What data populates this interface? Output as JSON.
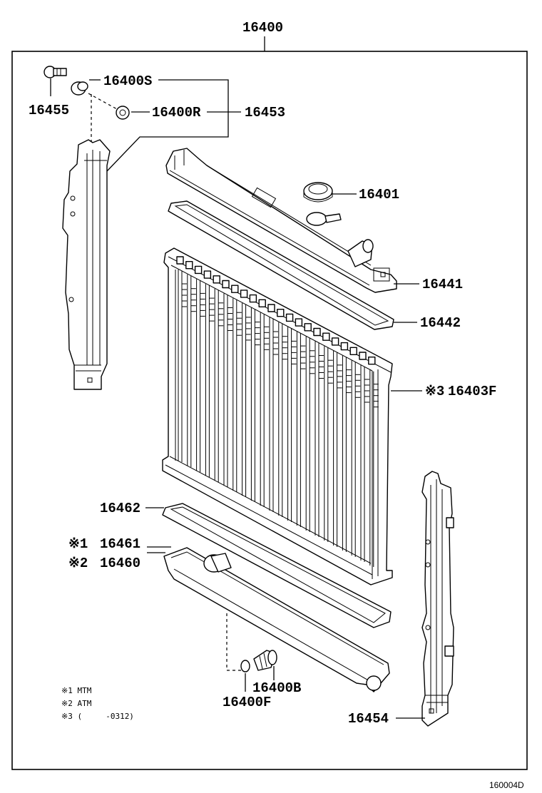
{
  "assembly_number": "16400",
  "parts": {
    "p16455": "16455",
    "p16400S": "16400S",
    "p16400R": "16400R",
    "p16453": "16453",
    "p16401": "16401",
    "p16441": "16441",
    "p16442": "16442",
    "p16403F_mark": "※3",
    "p16403F": "16403F",
    "p16462": "16462",
    "p16461_mark": "※1",
    "p16461": "16461",
    "p16460_mark": "※2",
    "p16460": "16460",
    "p16400B": "16400B",
    "p16400F": "16400F",
    "p16454": "16454"
  },
  "notes": [
    "※1 MTM",
    "※2 ATM",
    "※3 (     -0312)"
  ],
  "figure_code": "160004D"
}
